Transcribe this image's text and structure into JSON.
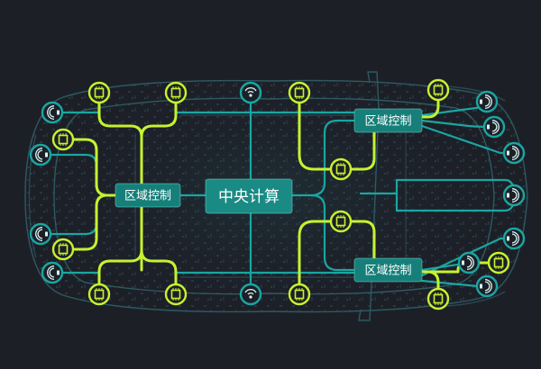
{
  "colors": {
    "background": "#1d1f27",
    "car_outline": "#2d5a62",
    "teal_line": "#1aa6a2",
    "lime_line": "#c6f231",
    "center_box": "#1a8a84",
    "zone_box": "#177f79"
  },
  "central_unit": {
    "label": "中央计算"
  },
  "zone_controllers": [
    {
      "id": "zone-left",
      "label": "区域控制"
    },
    {
      "id": "zone-right-top",
      "label": "区域控制"
    },
    {
      "id": "zone-right-bottom",
      "label": "区域控制"
    }
  ],
  "node_icons": {
    "chip": "chip-icon",
    "sensor": "sensor-icon",
    "antenna": "antenna-icon"
  }
}
